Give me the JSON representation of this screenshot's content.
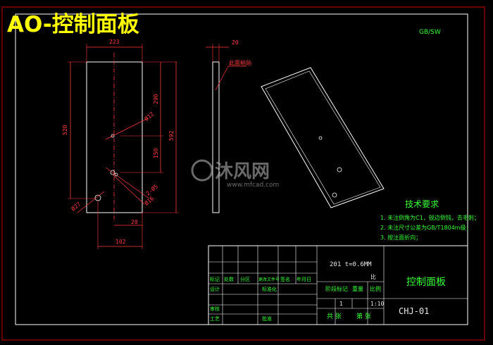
{
  "header": {
    "title": "AO-控制面板"
  },
  "colors": {
    "background": "#000000",
    "dimension": "#ff3b3b",
    "outline": "#ffffff",
    "note": "#37ff37",
    "title": "#ffff00",
    "border": "#cc0000"
  },
  "front_view": {
    "width": "223",
    "total_height": "520",
    "upper": "290",
    "lower": "150",
    "height_592": "592",
    "hole_top": "Ø12",
    "hole_mid": "2-Ø5",
    "hole_mid_b": "Ø16",
    "hole_bottom": "Ø27",
    "hole_offset": "20",
    "bottom_width": "102"
  },
  "side_view": {
    "thickness": "20",
    "note": "此面粘贴"
  },
  "tech_requirements": {
    "heading": "技术要求",
    "items": [
      "1. 未注倒角为C1，锐边倒钝，去毛刺；",
      "2. 未注尺寸公差为GB/T1804m级；",
      "3. 按注面折向；"
    ]
  },
  "title_block": {
    "material": "201 t=0.6MM",
    "part_name": "控制面板",
    "drawing_no": "CHJ-01",
    "scale_label": "比例",
    "scale_prefix": "比",
    "weight_label": "重量",
    "qty": "1",
    "scale": "1:10",
    "sheet_total_label": "共  张",
    "sheet_label": "第  张",
    "stage_label": "阶段标记",
    "col_labels": [
      "标记",
      "处数",
      "分区",
      "更改文件号",
      "签名",
      "年月日"
    ],
    "design": "设计",
    "standard": "标准化",
    "review": "审核",
    "process": "工艺",
    "approve": "批准"
  },
  "watermark": {
    "brand": "沐风网",
    "url": "www.mfcad.com"
  },
  "corner": {
    "text": "GB/SW"
  }
}
